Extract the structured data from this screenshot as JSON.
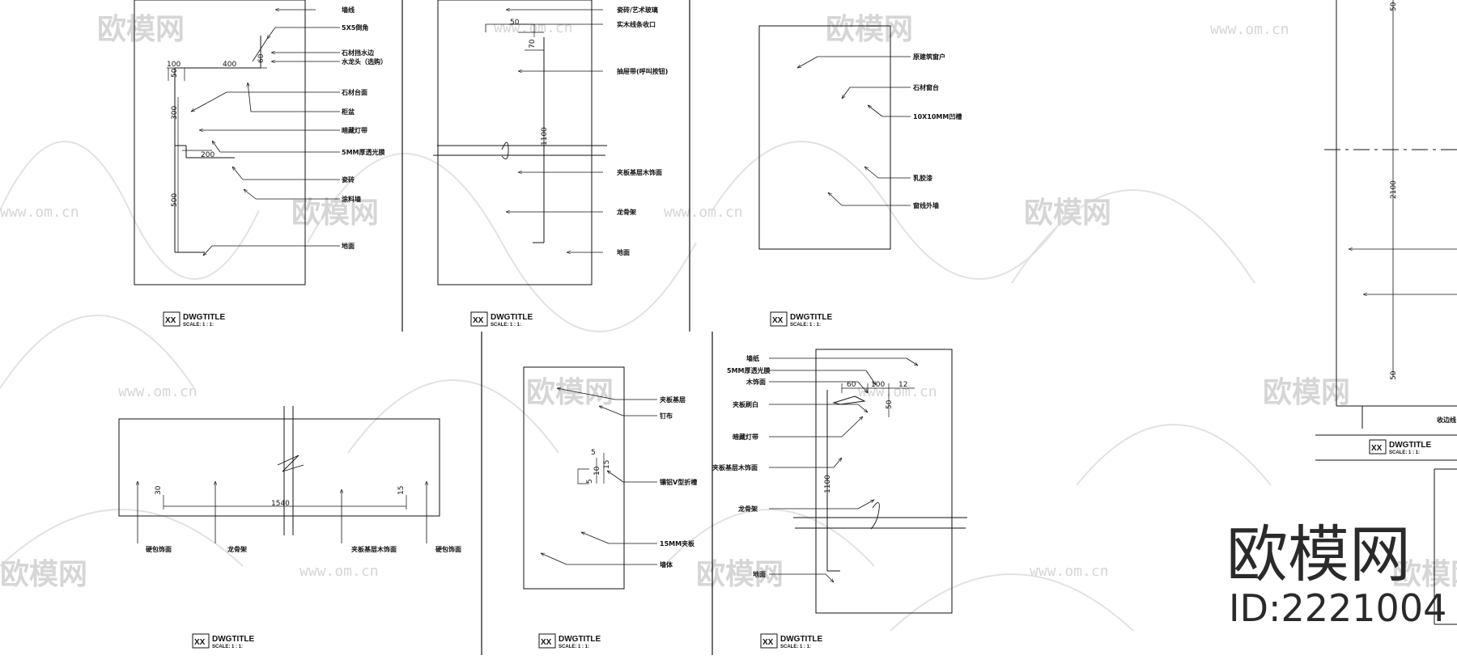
{
  "brand": {
    "name": "欧模网",
    "id": "ID:2221004"
  },
  "watermark": {
    "name": "欧模网",
    "url": "www.om.cn"
  },
  "title_block": {
    "xx": "XX",
    "title": "DWGTITLE",
    "scale": "SCALE: 1 : 1:"
  },
  "panel1": {
    "labels": [
      "墙线",
      "5X5倒角",
      "石材挡水边",
      "水龙头（选购）",
      "石材台面",
      "柜盆",
      "暗藏灯带",
      "5MM厚透光膜",
      "瓷砖",
      "涂料墙",
      "地面"
    ],
    "dims": [
      "100",
      "400",
      "50",
      "60",
      "300",
      "200",
      "500"
    ]
  },
  "panel2": {
    "labels": [
      "瓷砖/艺术玻璃",
      "实木线条收口",
      "抽屉带(呼叫按钮)",
      "夹板基层木饰面",
      "龙骨架",
      "地面"
    ],
    "dims": [
      "50",
      "70",
      "1100"
    ]
  },
  "panel3": {
    "labels": [
      "原建筑窗户",
      "石材窗台",
      "10X10MM凹槽",
      "乳胶漆",
      "窗线外墙"
    ]
  },
  "panel4": {
    "labels": [
      "硬包饰面",
      "龙骨架",
      "夹板基层木饰面",
      "硬包饰面"
    ],
    "dims": [
      "30",
      "15",
      "1540"
    ]
  },
  "panel5": {
    "labels": [
      "夹板基层",
      "钉布",
      "镶铝V型折槽",
      "15MM夹板",
      "墙体"
    ],
    "dims": [
      "5",
      "10",
      "5",
      "15"
    ]
  },
  "panel6": {
    "labels": [
      "墙纸",
      "5MM厚透光膜",
      "木饰面",
      "夹板刷白",
      "暗藏灯带",
      "夹板基层木饰面",
      "龙骨架",
      "地面"
    ],
    "dims": [
      "60",
      "100",
      "12",
      "50",
      "1100"
    ]
  },
  "panel7": {
    "dims": [
      "50",
      "2100",
      "50"
    ],
    "partial_label": "收边线"
  }
}
